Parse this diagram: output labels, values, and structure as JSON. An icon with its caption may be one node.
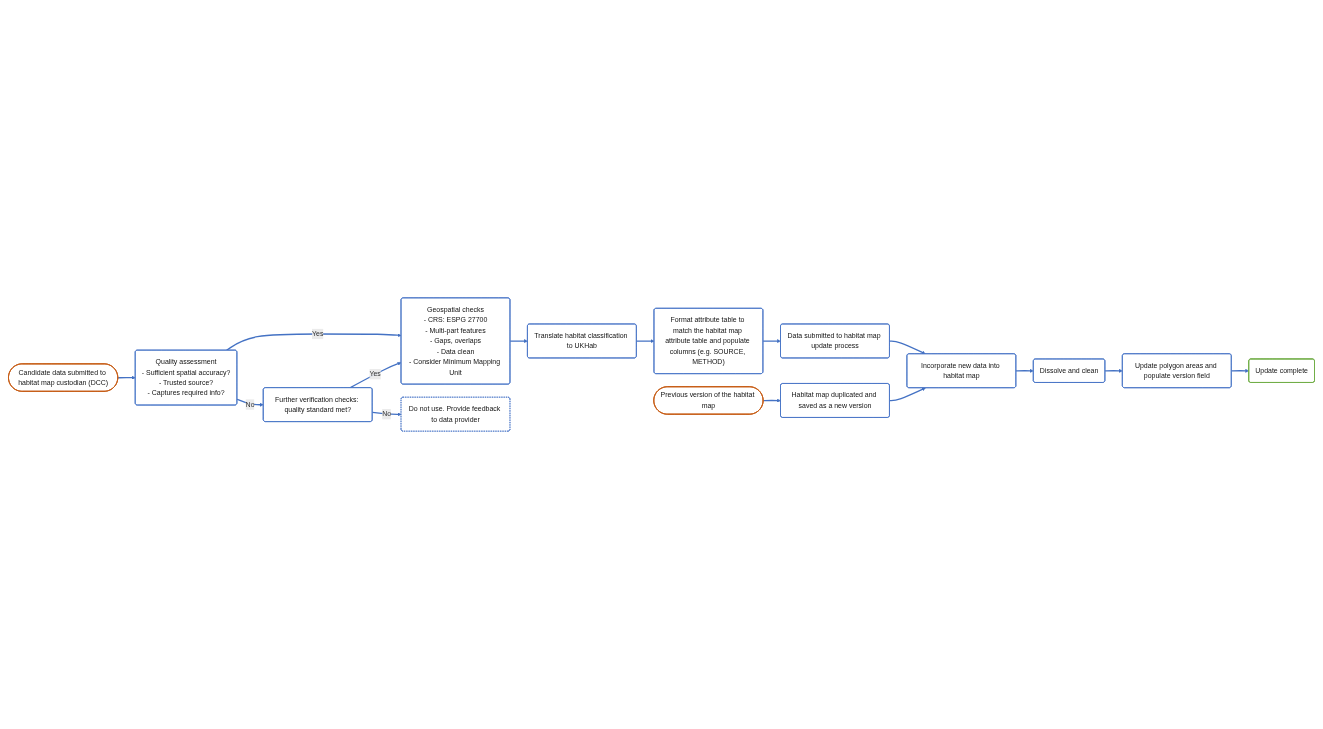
{
  "diagram": {
    "nodes": [
      {
        "text": [
          "Candidate data submitted to habitat map custodian (DCC)"
        ]
      },
      {
        "text": [
          "Quality assessment",
          "- Sufficient spatial accuracy?",
          "- Trusted source?",
          "- Captures required info?"
        ]
      },
      {
        "text": [
          "Geospatial checks",
          "- CRS: ESPG 27700",
          "- Multi-part features",
          "- Gaps, overlaps",
          "- Data clean",
          "- Consider Minimum Mapping Unit"
        ]
      },
      {
        "text": [
          "Translate habitat classification to UKHab"
        ]
      },
      {
        "text": [
          "Further verification checks: quality standard met?"
        ]
      },
      {
        "text": [
          "Do not use. Provide feedback to data provider"
        ]
      },
      {
        "text": [
          "Format attribute table to match the habitat map attribute table and populate columns (e.g. SOURCE, METHOD)"
        ]
      },
      {
        "text": [
          "Data submitted to habitat map update process"
        ]
      },
      {
        "text": [
          "Incorporate new data into habitat map"
        ]
      },
      {
        "text": [
          "Dissolve and clean"
        ]
      },
      {
        "text": [
          "Update polygon areas and populate version field"
        ]
      },
      {
        "text": [
          "Update complete"
        ]
      },
      {
        "text": [
          "Habitat map duplicated and saved as a new version"
        ]
      },
      {
        "text": [
          "Previous version of the habitat map"
        ]
      }
    ],
    "edges": [
      {
        "from": 0,
        "to": 1,
        "arrow": "to"
      },
      {
        "from": 1,
        "to": 2,
        "arrow": "to",
        "label": "Yes"
      },
      {
        "from": 1,
        "to": 4,
        "arrow": "to",
        "label": "No"
      },
      {
        "from": 4,
        "to": 2,
        "arrow": "to",
        "label": "Yes"
      },
      {
        "from": 4,
        "to": 5,
        "arrow": "to",
        "label": "No"
      },
      {
        "from": 2,
        "to": 3,
        "arrow": "to"
      },
      {
        "from": 3,
        "to": 6,
        "arrow": "to"
      },
      {
        "from": 6,
        "to": 7,
        "arrow": "to"
      },
      {
        "from": 7,
        "to": 8,
        "arrow": "to"
      },
      {
        "from": 8,
        "to": 9,
        "arrow": "to"
      },
      {
        "from": 9,
        "to": 10,
        "arrow": "to"
      },
      {
        "from": 10,
        "to": 11,
        "arrow": "to"
      },
      {
        "from": 13,
        "to": 12,
        "arrow": "to"
      },
      {
        "from": 12,
        "to": 8,
        "arrow": "to"
      }
    ]
  }
}
